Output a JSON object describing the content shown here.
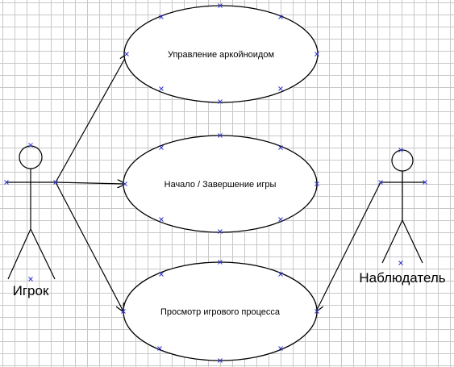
{
  "actors": [
    {
      "id": "player",
      "label": "Игрок"
    },
    {
      "id": "observer",
      "label": "Наблюдатель"
    }
  ],
  "use_cases": [
    {
      "id": "uc1",
      "label": "Управление аркойноидом"
    },
    {
      "id": "uc2",
      "label": "Начало / Завершение игры"
    },
    {
      "id": "uc3",
      "label": "Просмотр игрового процесса"
    }
  ],
  "associations": [
    {
      "from": "player",
      "to": "uc1"
    },
    {
      "from": "player",
      "to": "uc2"
    },
    {
      "from": "player",
      "to": "uc3"
    },
    {
      "from": "observer",
      "to": "uc3"
    }
  ],
  "colors": {
    "line": "#000000",
    "handle": "#3333cc",
    "grid": "#c8c8c8"
  }
}
